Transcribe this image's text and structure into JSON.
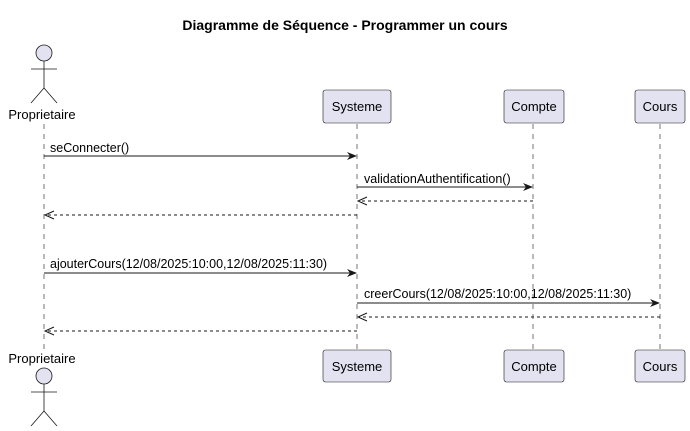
{
  "title": "Diagramme de Séquence - Programmer un cours",
  "participants": [
    {
      "name": "Proprietaire",
      "kind": "actor"
    },
    {
      "name": "Systeme",
      "kind": "participant"
    },
    {
      "name": "Compte",
      "kind": "participant"
    },
    {
      "name": "Cours",
      "kind": "participant"
    }
  ],
  "messages": [
    {
      "from": "Proprietaire",
      "to": "Systeme",
      "label": "seConnecter()",
      "style": "solid"
    },
    {
      "from": "Systeme",
      "to": "Compte",
      "label": "validationAuthentification()",
      "style": "solid"
    },
    {
      "from": "Compte",
      "to": "Systeme",
      "label": "",
      "style": "dashed"
    },
    {
      "from": "Systeme",
      "to": "Proprietaire",
      "label": "",
      "style": "dashed"
    },
    {
      "from": "Proprietaire",
      "to": "Systeme",
      "label": "ajouterCours(12/08/2025:10:00,12/08/2025:11:30)",
      "style": "solid"
    },
    {
      "from": "Systeme",
      "to": "Cours",
      "label": "creerCours(12/08/2025:10:00,12/08/2025:11:30)",
      "style": "solid"
    },
    {
      "from": "Cours",
      "to": "Systeme",
      "label": "",
      "style": "dashed"
    },
    {
      "from": "Systeme",
      "to": "Proprietaire",
      "label": "",
      "style": "dashed"
    }
  ]
}
